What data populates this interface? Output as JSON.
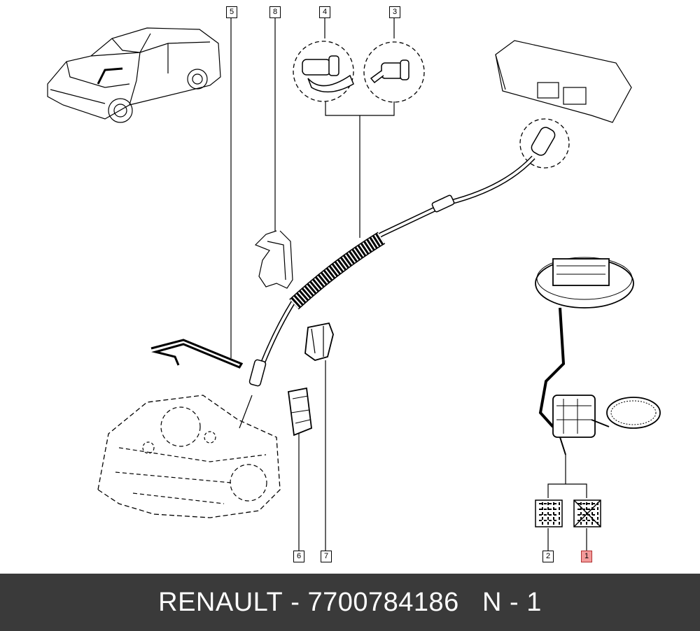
{
  "callouts": {
    "c1": "1",
    "c2": "2",
    "c3": "3",
    "c4": "4",
    "c5": "5",
    "c6": "6",
    "c7": "7",
    "c8": "8"
  },
  "footer": {
    "brand": "RENAULT",
    "separator": "-",
    "part_number": "7700784186",
    "position": "N - 1"
  },
  "colors": {
    "footer_bg": "#3a3a3a",
    "highlight": "#f39a9a"
  }
}
